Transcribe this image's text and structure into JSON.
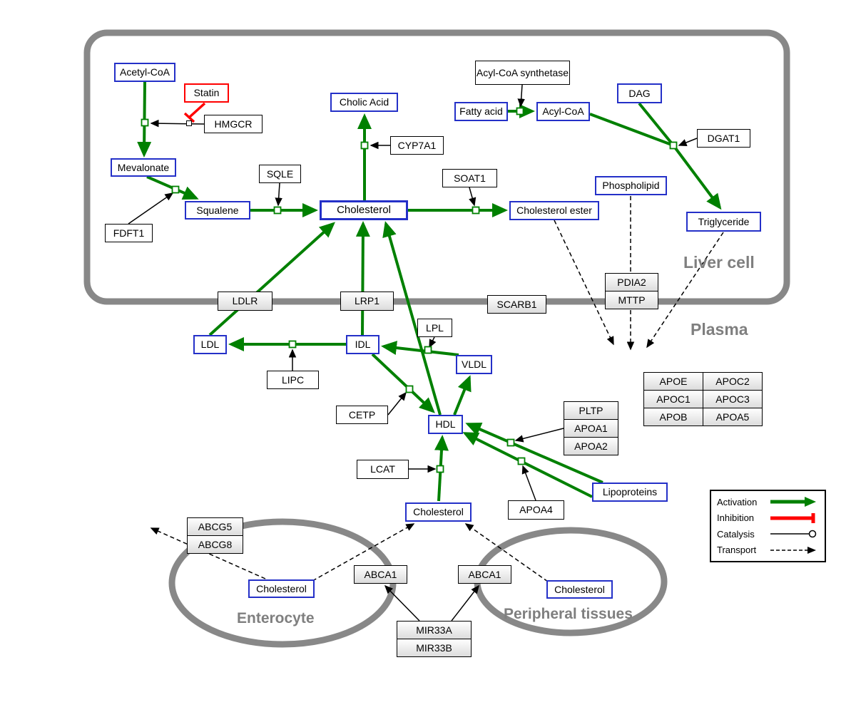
{
  "compartments": {
    "liver": "Liver cell",
    "plasma": "Plasma",
    "enterocyte": "Enterocyte",
    "peripheral": "Peripheral tissues"
  },
  "labels": {
    "acetyl_coa": "Acetyl-CoA",
    "statin": "Statin",
    "hmgcr": "HMGCR",
    "mevalonate": "Mevalonate",
    "fdft1": "FDFT1",
    "squalene": "Squalene",
    "sqle": "SQLE",
    "cholic_acid": "Cholic Acid",
    "cyp7a1": "CYP7A1",
    "cholesterol_liver": "Cholesterol",
    "soat1": "SOAT1",
    "cholesterol_ester": "Cholesterol ester",
    "acyl_coa_synthetase": "Acyl-CoA synthetase",
    "fatty_acid": "Fatty acid",
    "acyl_coa": "Acyl-CoA",
    "dag": "DAG",
    "dgat1": "DGAT1",
    "phospholipid": "Phospholipid",
    "triglyceride": "Triglyceride",
    "ldlr": "LDLR",
    "lrp1": "LRP1",
    "scarb1": "SCARB1",
    "pdia2": "PDIA2",
    "mttp": "MTTP",
    "ldl": "LDL",
    "idl": "IDL",
    "lipc": "LIPC",
    "lpl": "LPL",
    "vldl": "VLDL",
    "cetp": "CETP",
    "hdl": "HDL",
    "lcat": "LCAT",
    "pltp": "PLTP",
    "apoa1": "APOA1",
    "apoa2": "APOA2",
    "apoa4": "APOA4",
    "lipoproteins": "Lipoproteins",
    "apoe": "APOE",
    "apoc2": "APOC2",
    "apoc1": "APOC1",
    "apoc3": "APOC3",
    "apob": "APOB",
    "apoa5": "APOA5",
    "cholesterol_plasma": "Cholesterol",
    "abcg5": "ABCG5",
    "abcg8": "ABCG8",
    "cholesterol_enterocyte": "Cholesterol",
    "abca1_enterocyte": "ABCA1",
    "abca1_peripheral": "ABCA1",
    "cholesterol_peripheral": "Cholesterol",
    "mir33a": "MIR33A",
    "mir33b": "MIR33B"
  },
  "legend": {
    "activation": "Activation",
    "inhibition": "Inhibition",
    "catalysis": "Catalysis",
    "transport": "Transport"
  },
  "colors": {
    "activation": "#008000",
    "inhibition": "#ff0000",
    "metabolite_border": "#2430c8",
    "gene_border": "#000000",
    "compartment": "#888888"
  }
}
